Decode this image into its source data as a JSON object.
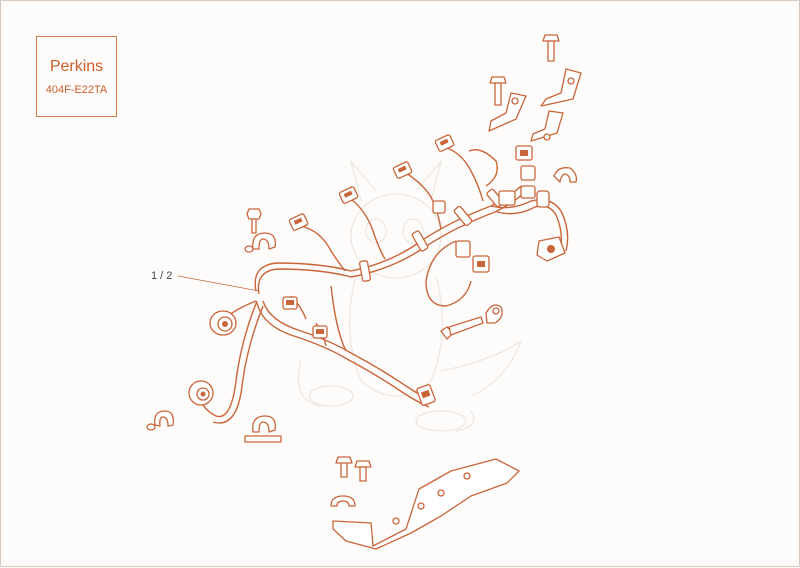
{
  "title_block": {
    "brand": "Perkins",
    "model": "404F-E22TA"
  },
  "callouts": [
    {
      "label": "1 / 2"
    }
  ],
  "colors": {
    "line": "#c9653a",
    "frame": "#d07a4e",
    "text": "#cc5d2a",
    "watermark": "#ece6e2"
  },
  "watermark": {
    "icon": "dragon-mascot-icon"
  }
}
